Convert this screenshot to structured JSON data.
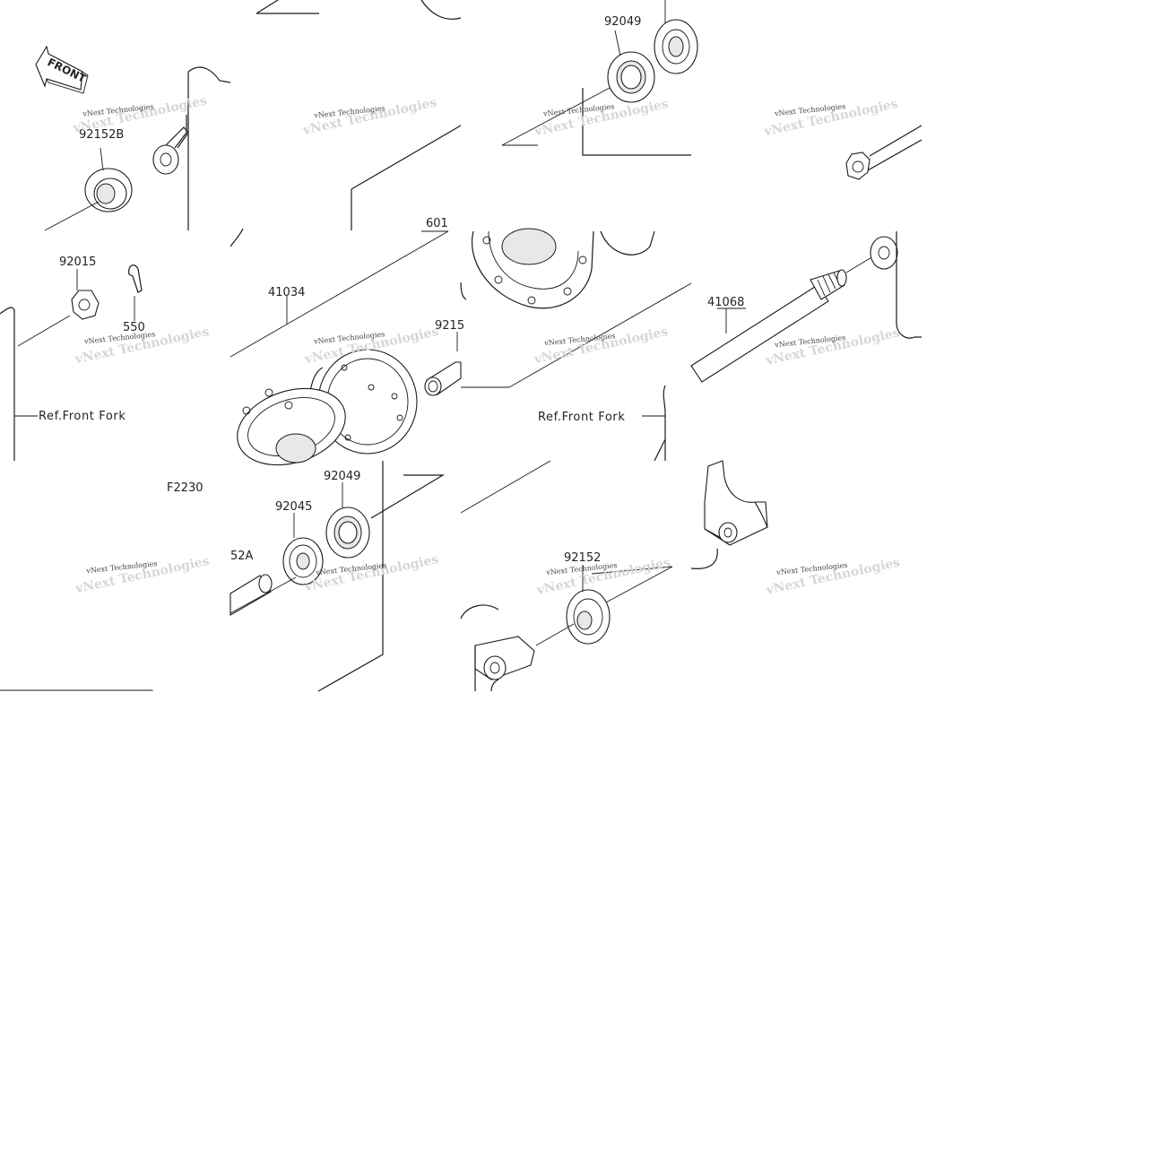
{
  "diagram": {
    "code": "F2230",
    "front_badge": "FRONT",
    "watermark": "vNext Technologies",
    "parts": [
      {
        "id": "p-92152b",
        "number": "92152B"
      },
      {
        "id": "p-92015",
        "number": "92015"
      },
      {
        "id": "p-550",
        "number": "550"
      },
      {
        "id": "p-41034",
        "number": "41034"
      },
      {
        "id": "p-601",
        "number": "601"
      },
      {
        "id": "p-9215-partial",
        "number": "9215"
      },
      {
        "id": "p-92049-top",
        "number": "92049"
      },
      {
        "id": "p-41068",
        "number": "41068"
      },
      {
        "id": "p-92049-bottom",
        "number": "92049"
      },
      {
        "id": "p-92045",
        "number": "92045"
      },
      {
        "id": "p-52a-partial",
        "number": "52A"
      },
      {
        "id": "p-92152",
        "number": "92152"
      }
    ],
    "references": [
      {
        "id": "ref-left",
        "text": "Ref.Front Fork"
      },
      {
        "id": "ref-right",
        "text": "Ref.Front Fork"
      }
    ]
  }
}
